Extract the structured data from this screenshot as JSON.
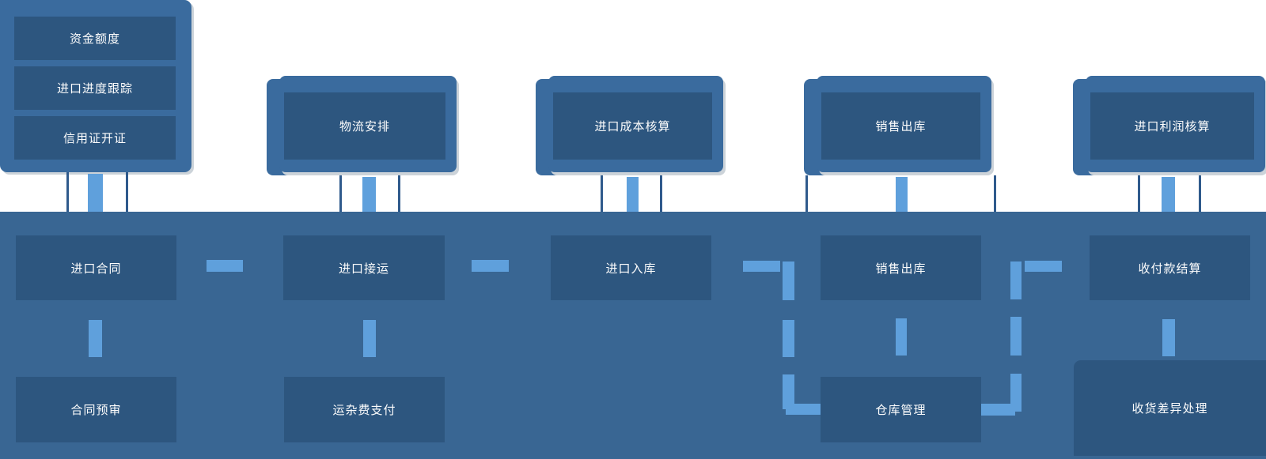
{
  "diagram_title": "import-business-process-flow",
  "palette": {
    "background": "#ffffff",
    "band_blue": "#396693",
    "outer_box_blue": "#3a6b9e",
    "dark_box_blue": "#2d567f",
    "connector_light_blue": "#5fa0dc",
    "thin_leg_blue": "#2f5a8c",
    "shadow_gray": "#ccd3d9",
    "text_white": "#fdfdfd"
  },
  "side_panel": {
    "items": [
      {
        "label": "资金额度"
      },
      {
        "label": "进口进度跟踪"
      },
      {
        "label": "信用证开证"
      }
    ]
  },
  "top_row": [
    {
      "label": "物流安排"
    },
    {
      "label": "进口成本核算"
    },
    {
      "label": "销售出库"
    },
    {
      "label": "进口利润核算"
    }
  ],
  "middle_row": [
    {
      "label": "进口合同"
    },
    {
      "label": "进口接运"
    },
    {
      "label": "进口入库"
    },
    {
      "label": "销售出库"
    },
    {
      "label": "收付款结算"
    }
  ],
  "bottom_row": [
    {
      "label": "合同预审"
    },
    {
      "label": "运杂费支付"
    },
    {
      "label": "仓库管理"
    },
    {
      "label": "收货差异处理"
    }
  ]
}
